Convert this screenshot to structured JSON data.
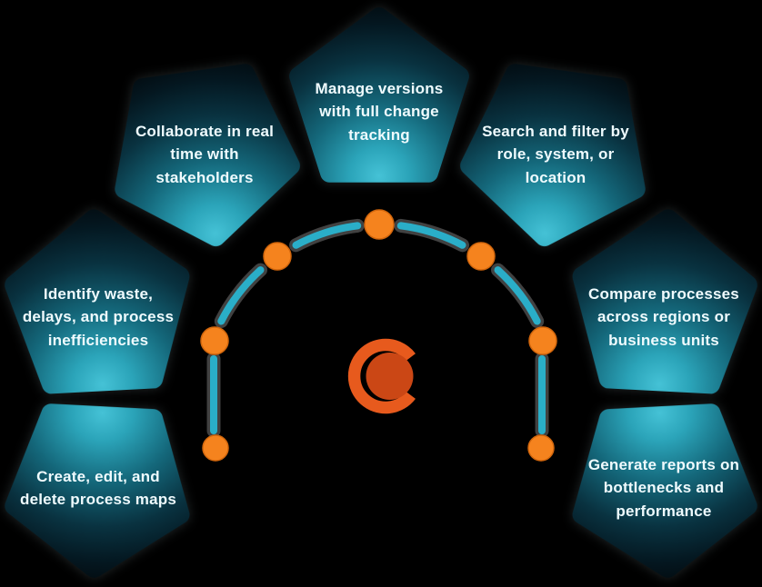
{
  "theme": {
    "background": "#000000",
    "pentagon_glow": "#35B4C9",
    "connector_color": "#2AAEC8",
    "node_dot_color": "#F5831E",
    "text_color": "#EFFBFE"
  },
  "logo": {
    "icon": "eye-c-logo-icon",
    "ring_color": "#E75A1D",
    "pupil_color": "#CB4715"
  },
  "connector": {
    "node_count": 7
  },
  "features": [
    {
      "position": "top-center",
      "label": "Manage versions\nwith full change\ntracking"
    },
    {
      "position": "upper-left",
      "label": "Collaborate in real\ntime with\nstakeholders"
    },
    {
      "position": "upper-right",
      "label": "Search and filter by\nrole, system, or\nlocation"
    },
    {
      "position": "middle-left",
      "label": "Identify waste,\ndelays, and process\ninefficiencies"
    },
    {
      "position": "middle-right",
      "label": "Compare processes\nacross regions or\nbusiness units"
    },
    {
      "position": "bottom-left",
      "label": "Create, edit, and\ndelete process maps"
    },
    {
      "position": "bottom-right",
      "label": "Generate reports on\nbottlenecks and\nperformance"
    }
  ]
}
